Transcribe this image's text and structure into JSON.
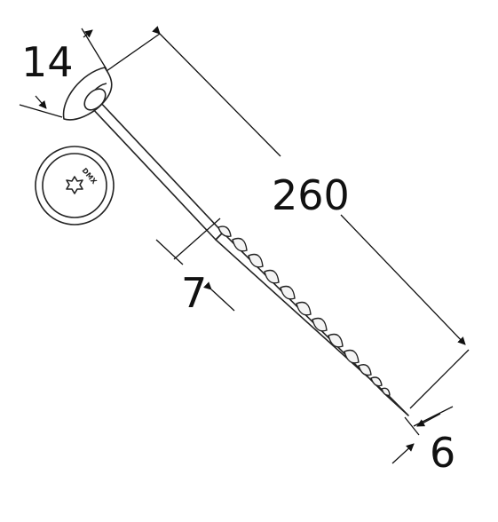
{
  "dimensions": {
    "head_diameter": "14",
    "length": "260",
    "shank_diameter": "7",
    "thread_diameter": "6"
  },
  "head_marking": "DMX"
}
